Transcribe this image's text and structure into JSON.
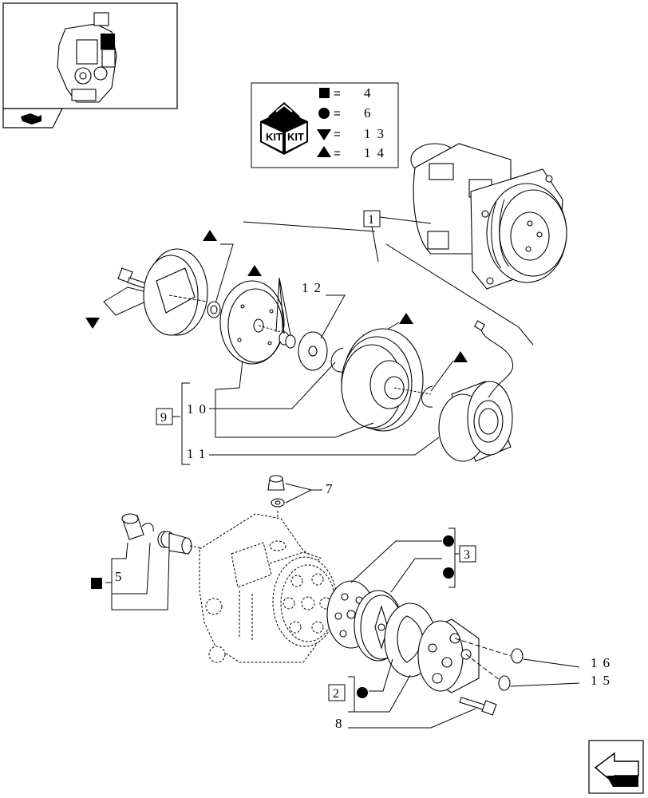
{
  "kit_legend": {
    "rows": [
      {
        "symbol": "square",
        "eq": "=",
        "value": "4"
      },
      {
        "symbol": "circle",
        "eq": "=",
        "value": "6"
      },
      {
        "symbol": "triangle-down",
        "eq": "=",
        "value": "13"
      },
      {
        "symbol": "triangle-up",
        "eq": "=",
        "value": "14"
      }
    ],
    "kit_text": "KIT"
  },
  "callouts": {
    "c1": "1",
    "c2": "2",
    "c3": "3",
    "c5": "5",
    "c7": "7",
    "c8": "8",
    "c9": "9",
    "c10": "10",
    "c11": "11",
    "c12": "12",
    "c15": "15",
    "c16": "16"
  },
  "colors": {
    "line": "#000000",
    "background": "#ffffff"
  },
  "icons": {
    "thumbnail": "engine-thumbnail-icon",
    "nav_prev": "book-arrow-icon",
    "nav_next": "next-page-arrow-icon"
  }
}
